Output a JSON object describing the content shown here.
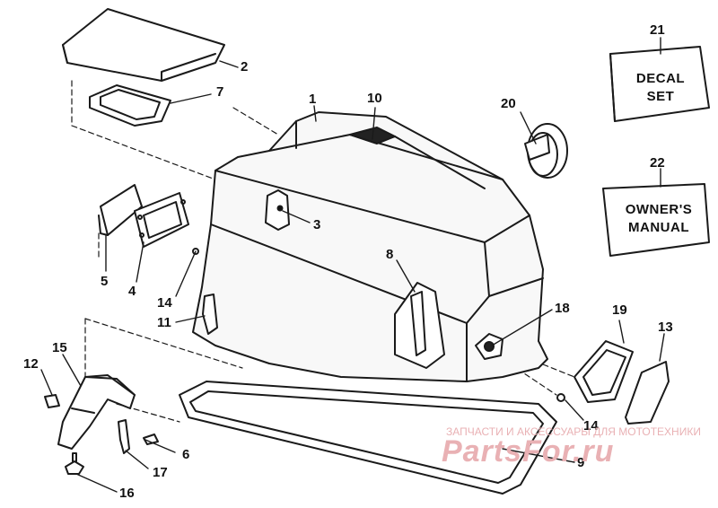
{
  "callouts": {
    "c1": "1",
    "c2": "2",
    "c3": "3",
    "c4": "4",
    "c5": "5",
    "c6": "6",
    "c7": "7",
    "c8": "8",
    "c9": "9",
    "c10": "10",
    "c11": "11",
    "c12": "12",
    "c13": "13",
    "c14a": "14",
    "c14b": "14",
    "c15": "15",
    "c16": "16",
    "c17": "17",
    "c18": "18",
    "c19": "19",
    "c20": "20",
    "c21": "21",
    "c22": "22"
  },
  "decal_box": {
    "line1": "DECAL",
    "line2": "SET"
  },
  "manual_box": {
    "line1": "OWNER'S",
    "line2": "MANUAL"
  },
  "watermark": {
    "tagline": "ЗАПЧАСТИ И АКСЕССУАРЫ ДЛЯ МОТОТЕХНИКИ",
    "logo": "PartsFor.ru",
    "color": "#e9b1b4"
  }
}
